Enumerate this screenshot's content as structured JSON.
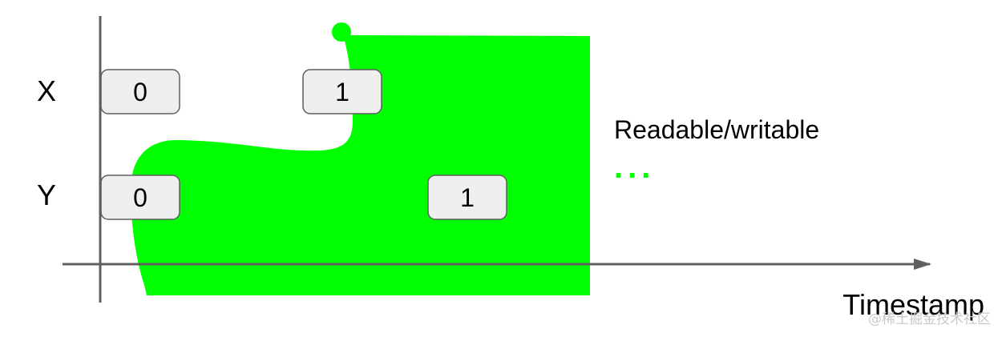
{
  "rows": {
    "x_label": "X",
    "y_label": "Y"
  },
  "x_axis": {
    "label": "Timestamp"
  },
  "versions": {
    "x_first": "0",
    "x_second": "1",
    "y_first": "0",
    "y_second": "1"
  },
  "region": {
    "label": "Readable/writable",
    "ellipsis": "...",
    "color": "#00ff00"
  },
  "colors": {
    "box_fill": "#efefef",
    "box_border": "#5f5f5f",
    "axis": "#5f5f5f"
  },
  "watermark": {
    "text": "@稀土掘金技术社区"
  }
}
